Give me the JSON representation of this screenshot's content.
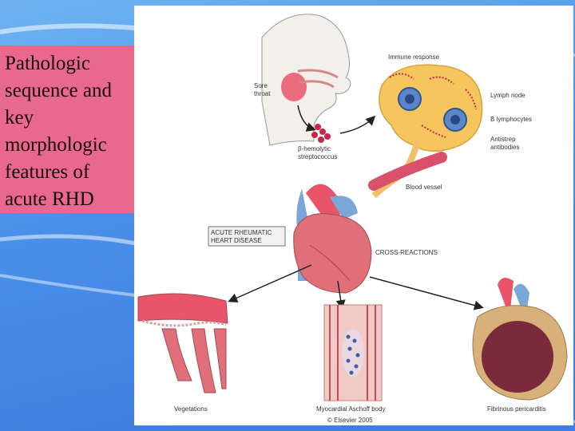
{
  "slide": {
    "title": "Pathologic sequence and key morphologic features of acute RHD"
  },
  "figure": {
    "labels": {
      "immune_response": "Immune response",
      "sore_throat_1": "Sore",
      "sore_throat_2": "throat",
      "lymph_node": "Lymph node",
      "b_lymphocytes": "B lymphocytes",
      "antistrep_1": "Antistrep",
      "antistrep_2": "antibodies",
      "strep_1": "β-hemolytic",
      "strep_2": "streptococcus",
      "blood_vessel": "Blood vessel",
      "heart_disease_1": "ACUTE RHEUMATIC",
      "heart_disease_2": "HEART DISEASE",
      "cross_reactions": "CROSS-REACTIONS",
      "vegetations": "Vegetations",
      "aschoff_body": "Myocardial Aschoff body",
      "pericarditis": "Fibrinous pericarditis",
      "copyright": "© Elsevier 2005"
    }
  }
}
